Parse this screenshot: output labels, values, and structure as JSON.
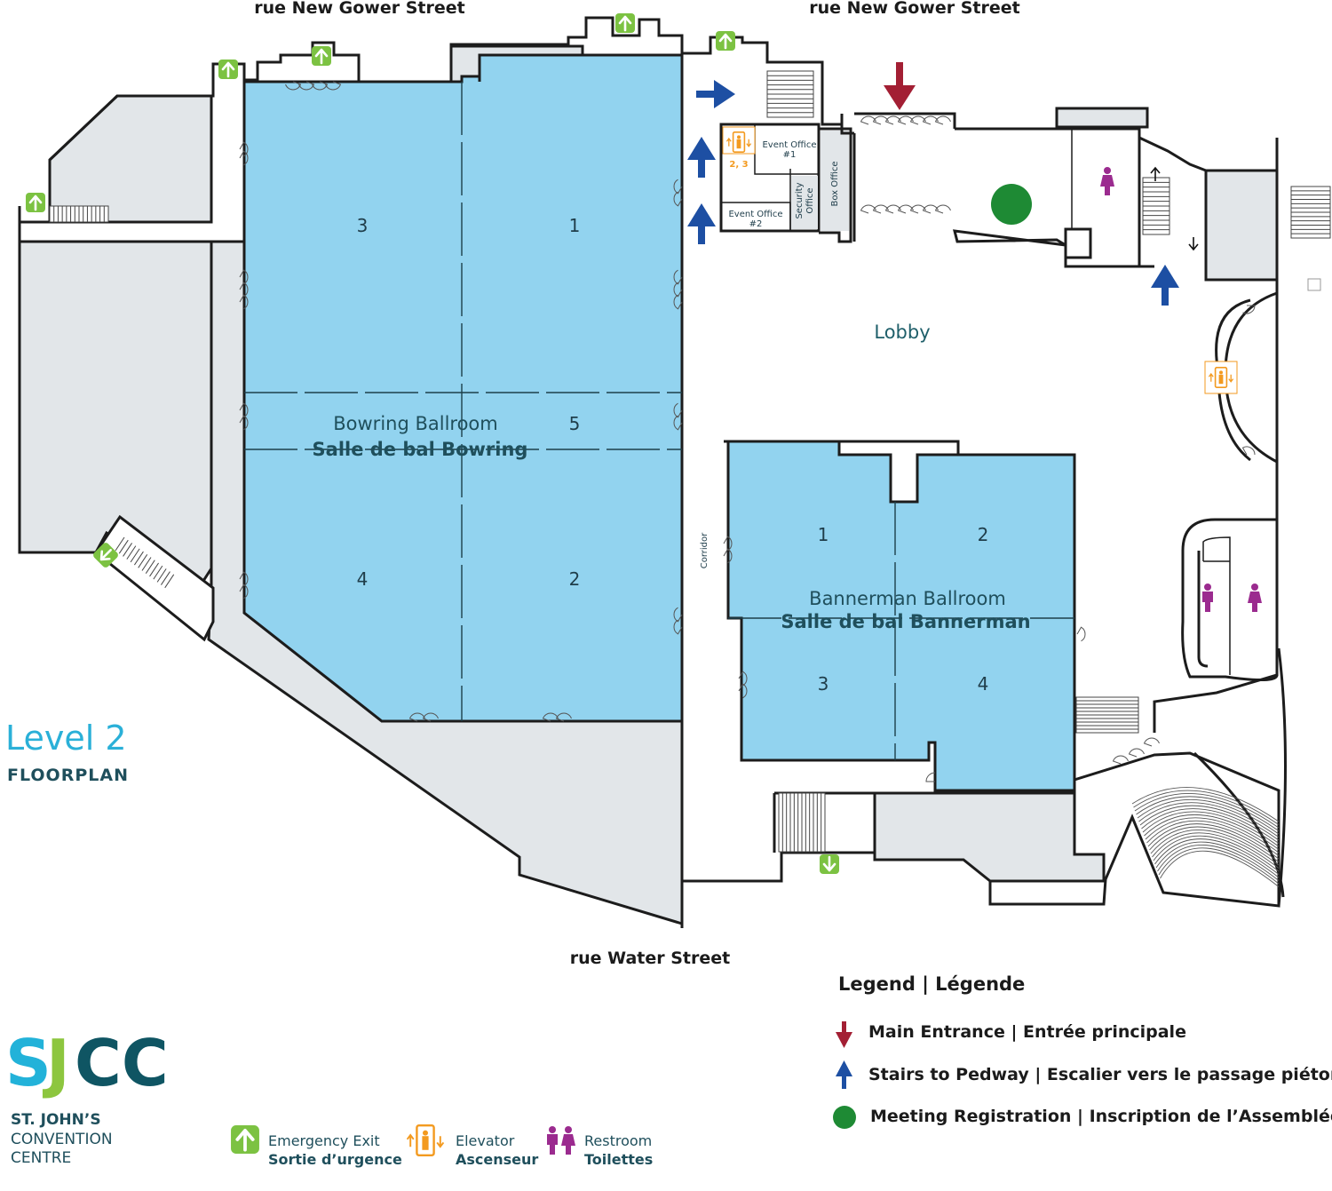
{
  "streets": {
    "top_left": "rue New Gower Street",
    "top_right": "rue New Gower Street",
    "bottom": "rue Water Street"
  },
  "level": {
    "title": "Level 2",
    "subtitle": "FLOORPLAN"
  },
  "bowring": {
    "name": "Bowring Ballroom",
    "name_fr": "Salle de bal Bowring",
    "sections": [
      "3",
      "1",
      "5",
      "4",
      "2"
    ]
  },
  "bannerman": {
    "name": "Bannerman Ballroom",
    "name_fr": "Salle de bal Bannerman",
    "sections": [
      "1",
      "2",
      "3",
      "4"
    ]
  },
  "rooms": {
    "lobby": "Lobby",
    "corridor": "Corridor",
    "event_office_1": [
      "Event Office",
      "#1"
    ],
    "event_office_2": [
      "Event Office",
      "#2"
    ],
    "security_office": [
      "Security",
      "Office"
    ],
    "box_office": "Box Office",
    "elevator_floors": "2, 3"
  },
  "legend": {
    "title": "Legend | Légende",
    "main_entrance": "Main Entrance | Entrée principale",
    "stairs_pedway": "Stairs to Pedway | Escalier vers le passage piéton",
    "meeting_registration": "Meeting Registration | Inscription de l’Assemblée"
  },
  "key": {
    "emergency_exit": "Emergency Exit",
    "emergency_exit_fr": "Sortie d’urgence",
    "elevator": "Elevator",
    "elevator_fr": "Ascenseur",
    "restroom": "Restroom",
    "restroom_fr": "Toilettes"
  },
  "logo": {
    "mark_1": "S",
    "mark_2": "J",
    "mark_3": "CC",
    "line1": "ST. JOHN’S",
    "line2": "CONVENTION",
    "line3": "CENTRE"
  },
  "colors": {
    "ballroom": "#92d3ef",
    "service": "#e2e6e9",
    "main_entrance": "#a31f34",
    "pedway": "#1d4fa3",
    "registration": "#1e8a34",
    "exit": "#7cc242",
    "elevator": "#f39a1f",
    "restroom": "#9b2b8f",
    "logo_cyan": "#22b2d9",
    "logo_green": "#8dc63f",
    "logo_teal": "#0f5563"
  }
}
